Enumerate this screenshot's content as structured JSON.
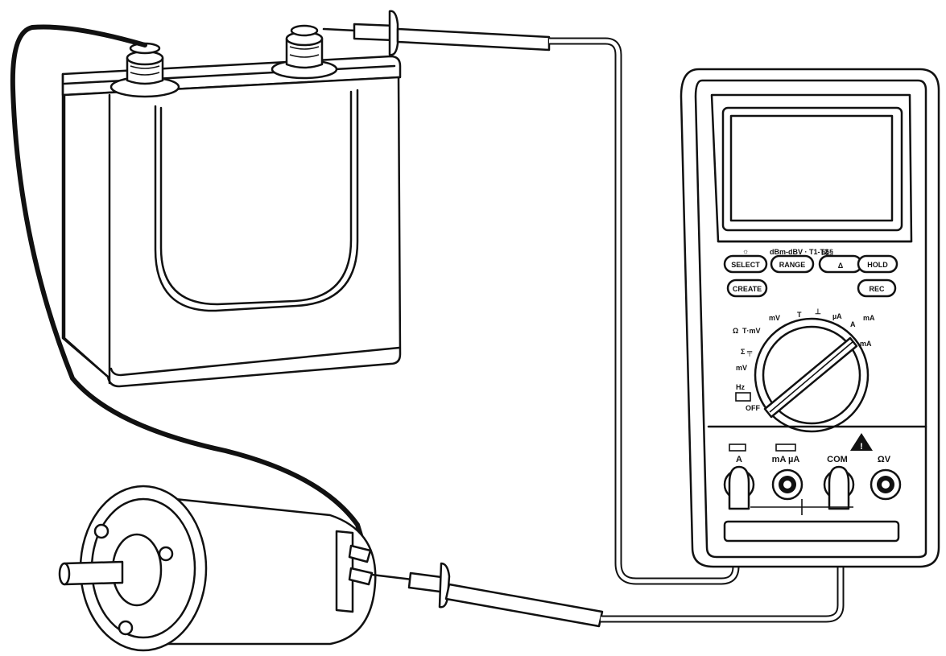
{
  "meter": {
    "buttons": {
      "select": "SELECT",
      "range": "RANGE",
      "delta": "Δ",
      "hold": "HOLD",
      "create": "CREATE",
      "rec": "REC"
    },
    "terminals": {
      "a": "A",
      "ma_ua": "mA µA",
      "com": "COM",
      "ohm_v": "ΩV"
    },
    "dial": {
      "off": "OFF"
    }
  },
  "colors": {
    "line": "#111111",
    "background": "#ffffff",
    "probe_wire": "#111111"
  },
  "icons": [
    "warning-triangle-icon",
    "diode-icon",
    "capacitor-icon"
  ]
}
